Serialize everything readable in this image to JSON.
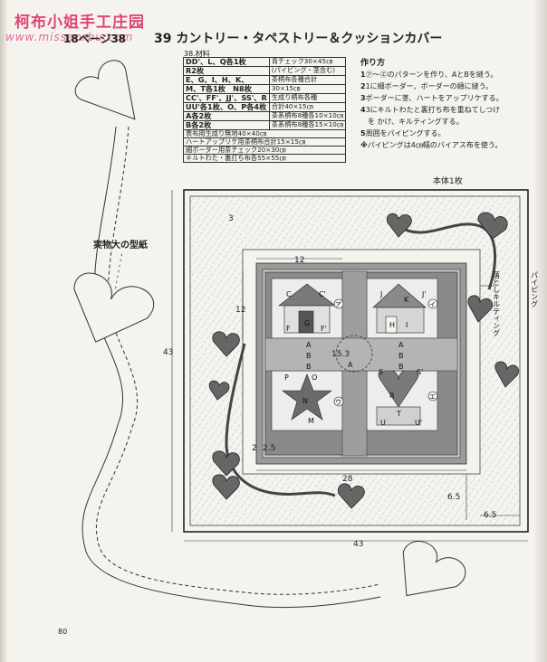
{
  "watermark": {
    "site_cn": "柯布小姐手工庄园",
    "site_url": "www.missaorbu.com"
  },
  "header": {
    "page_ref": "18ページ38",
    "title": "39 カントリー・タペストリー＆クッションカバー"
  },
  "materials": {
    "section": "38.材料",
    "rows": [
      {
        "left": "DD'、L、Q各1枚",
        "right": "青チェック30×45㎝"
      },
      {
        "left": "R2枚",
        "right": "(パイピング・茎含む)"
      },
      {
        "left": "E、G、I、H、K、",
        "right": "茶柄布各種合計"
      },
      {
        "left": "M、T各1枚　N8枚",
        "right": "30×15㎝"
      },
      {
        "left": "CC'、FF'、JJ'、SS'、R",
        "right": "生成り柄布各種"
      },
      {
        "left": "UU'各1枚、O、P各4枚",
        "right": "合計40×15㎝"
      },
      {
        "left": "A各2枚",
        "right": "茶系柄布8種各10×10㎝"
      },
      {
        "left": "B各2枚",
        "right": "茶系柄布8種各15×10㎝"
      }
    ],
    "full_rows": [
      "表布用生成り無地40×40㎝",
      "ハートアップリケ用茶柄布合計15×15㎝",
      "細ボーダー用茶チェック20×30㎝",
      "キルトわた・裏打ち布各55×55㎝"
    ]
  },
  "instructions": {
    "title": "作り方",
    "steps": [
      {
        "n": "1",
        "text": "㋐〜㋓のパターンを作り、AとBを縫う。"
      },
      {
        "n": "2",
        "text": "1に細ボーダー、ボーダーの順に縫う。"
      },
      {
        "n": "3",
        "text": "ボーダーに茎、ハートをアップリケする。"
      },
      {
        "n": "4",
        "text": "3にキルトわたと裏打ち布を重ねてしつけ"
      },
      {
        "n": "",
        "text": "　を かけ、キルティングする。"
      },
      {
        "n": "5",
        "text": "周囲をパイピングする。"
      },
      {
        "n": "※",
        "text": "パイピングは4㎝幅のバイアス布を使う。"
      }
    ]
  },
  "diagram": {
    "body_label": "本体1枚",
    "pattern_label": "実物大の型紙",
    "quilting_label": "落としキルティング",
    "piping_label": "パイピング",
    "dims": {
      "outer_w": "43",
      "outer_h": "43",
      "inner_w": "28",
      "top_12": "12",
      "left_12": "12",
      "border_3": "3",
      "d_25": "2.5",
      "d_2": "2",
      "d_65a": "6.5",
      "d_65b": "6.5",
      "center": "15.3"
    },
    "blocks": [
      {
        "tag": "ア",
        "letters": [
          "C",
          "C'",
          "G",
          "F",
          "F'"
        ]
      },
      {
        "tag": "イ",
        "letters": [
          "J",
          "J'",
          "K",
          "H",
          "I"
        ]
      },
      {
        "tag": "ウ",
        "letters": [
          "M",
          "N",
          "O",
          "P"
        ]
      },
      {
        "tag": "エ",
        "letters": [
          "S",
          "R",
          "S'",
          "T",
          "U",
          "U'"
        ]
      }
    ],
    "sashing": [
      "A",
      "A",
      "B",
      "B",
      "A",
      "A"
    ]
  },
  "footer": {
    "page_number": "80"
  }
}
